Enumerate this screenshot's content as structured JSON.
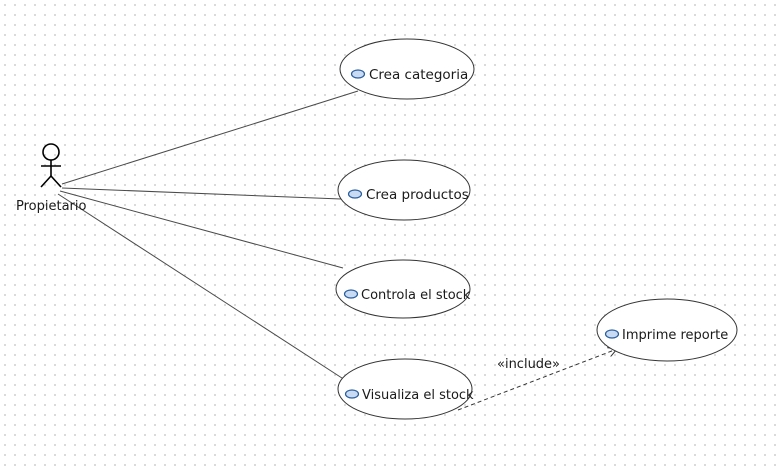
{
  "actor": {
    "name": "Propietario"
  },
  "use_cases": [
    {
      "label": "Crea categoria"
    },
    {
      "label": "Crea productos"
    },
    {
      "label": "Controla el stock"
    },
    {
      "label": "Visualiza el stock"
    },
    {
      "label": "Imprime reporte"
    }
  ],
  "relations": [
    {
      "type": "include",
      "label": "«include»",
      "from": "Visualiza el stock",
      "to": "Imprime reporte"
    }
  ]
}
